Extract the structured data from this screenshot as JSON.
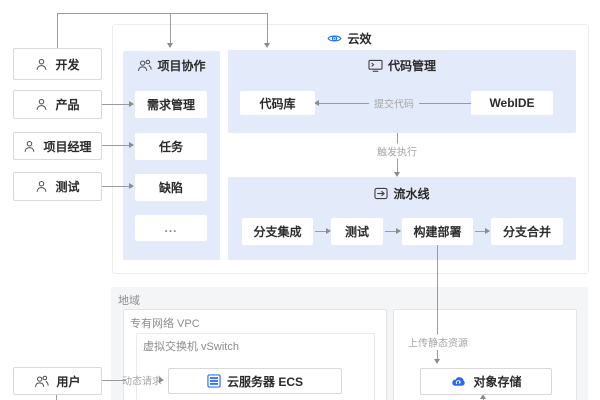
{
  "app": {
    "title": "云效"
  },
  "actors": {
    "dev": "开发",
    "product": "产品",
    "pm": "项目经理",
    "qa": "测试",
    "user": "用户"
  },
  "project": {
    "title": "项目协作",
    "items": [
      "需求管理",
      "任务",
      "缺陷",
      "..."
    ]
  },
  "code": {
    "title": "代码管理",
    "repo": "代码库",
    "web_ide": "WebIDE",
    "commit_label": "提交代码"
  },
  "pipeline": {
    "title": "流水线",
    "stages": [
      "分支集成",
      "测试",
      "构建部署",
      "分支合并"
    ],
    "trigger_label": "触发执行"
  },
  "region": {
    "title": "地域",
    "vpc_label": "专有网络 VPC",
    "vswitch_label": "虚拟交换机 vSwitch",
    "ecs": "云服务器 ECS",
    "oss": "对象存储",
    "upload_label": "上传静态资源",
    "dynamic_label": "动态请求"
  },
  "colors": {
    "accent_blue": "#2a6af2",
    "panel_blue": "#e3eaf9",
    "line_gray": "#8c8c8c",
    "region_gray": "#f4f5f6"
  }
}
